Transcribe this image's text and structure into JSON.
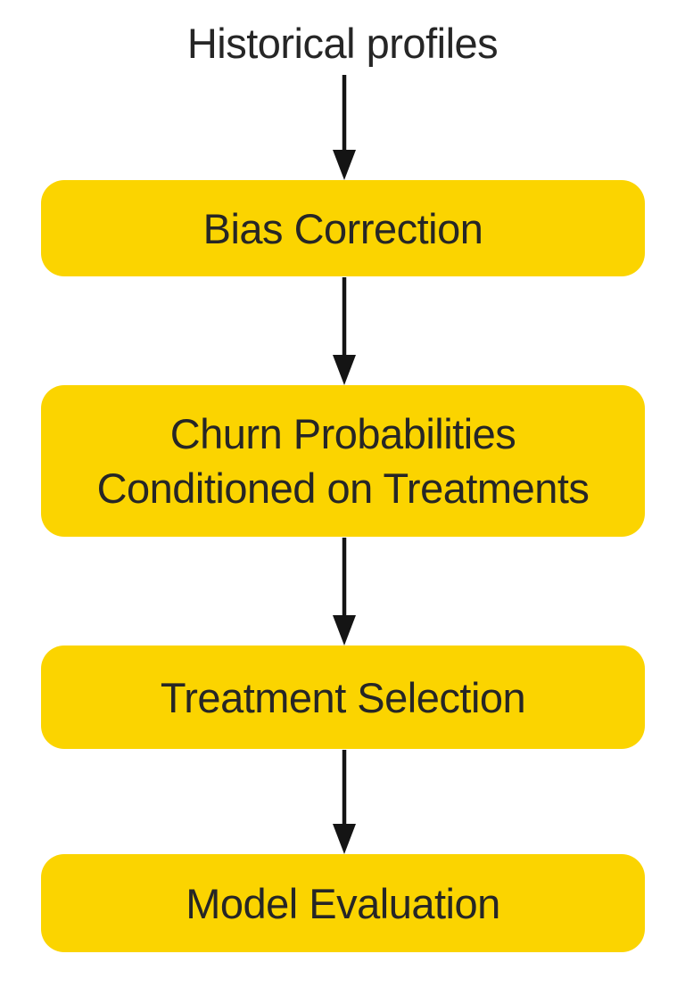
{
  "diagram": {
    "type": "flowchart",
    "direction": "top-down",
    "source_label": "Historical profiles",
    "steps": [
      {
        "label": "Bias Correction"
      },
      {
        "label": "Churn Probabilities Conditioned on Treatments"
      },
      {
        "label": "Treatment Selection"
      },
      {
        "label": "Model Evaluation"
      }
    ],
    "colors": {
      "node_fill": "#FBD400",
      "text": "#262626",
      "arrow": "#141414",
      "background": "#FFFFFF"
    }
  }
}
